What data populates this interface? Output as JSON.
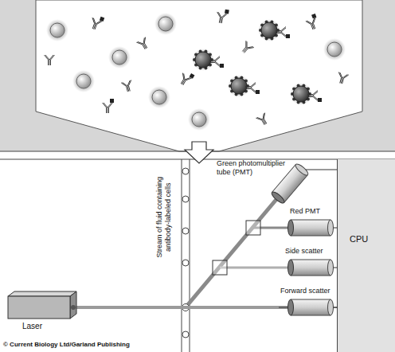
{
  "diagram": {
    "nodes": [
      {
        "text": [
          "Green photomultiplier tube (PMT)"
        ]
      },
      {
        "text": [
          "Red PMT"
        ]
      },
      {
        "text": [
          "CPU"
        ]
      },
      {
        "text": [
          "Side scatter"
        ]
      },
      {
        "text": [
          "Forward scatter"
        ]
      },
      {
        "text": [
          "Laser"
        ]
      }
    ],
    "edges": [
      {
        "from": 0,
        "to": 2,
        "arrow": "none"
      },
      {
        "from": 1,
        "to": 2,
        "arrow": "none"
      },
      {
        "from": 3,
        "to": 2,
        "arrow": "none"
      },
      {
        "from": 4,
        "to": 2,
        "arrow": "none"
      },
      {
        "from": 5,
        "to": 4,
        "arrow": "none"
      }
    ],
    "labels": [
      "Stream of fluid containing antibody-labeled cells",
      "© Current Biology Ltd/Garland Publishing"
    ]
  }
}
